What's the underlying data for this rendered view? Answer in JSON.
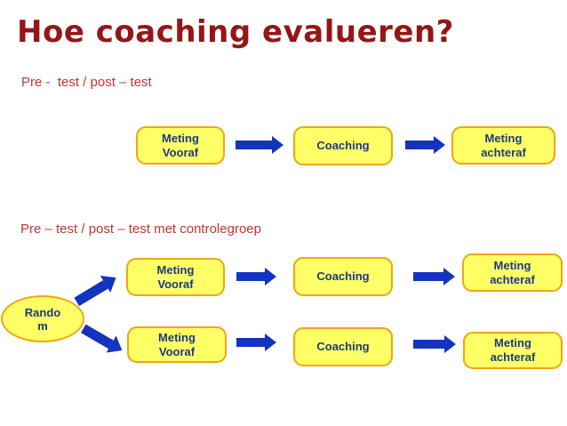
{
  "slide": {
    "title": "Hoe coaching evalueren?",
    "sections": [
      {
        "heading": "Pre -  test / post – test",
        "boxes": [
          "Meting\nVooraf",
          "Coaching",
          "Meting\nachteraf"
        ]
      },
      {
        "heading": "Pre – test / post – test met controlegroep",
        "random_label": "Rando\nm",
        "rows": [
          {
            "boxes": [
              "Meting\nVooraf",
              "Coaching",
              "Meting\nachteraf"
            ]
          },
          {
            "boxes": [
              "Meting\nVooraf",
              "Coaching",
              "Meting\nachteraf"
            ]
          }
        ]
      }
    ]
  },
  "colors": {
    "title_text": "#951616",
    "heading_text": "#C43434",
    "box_fill": "#FFFF66",
    "box_border": "#F2A50F",
    "box_text": "#1B3A80",
    "arrow": "#1334BE",
    "background": "#FFFFFF"
  }
}
